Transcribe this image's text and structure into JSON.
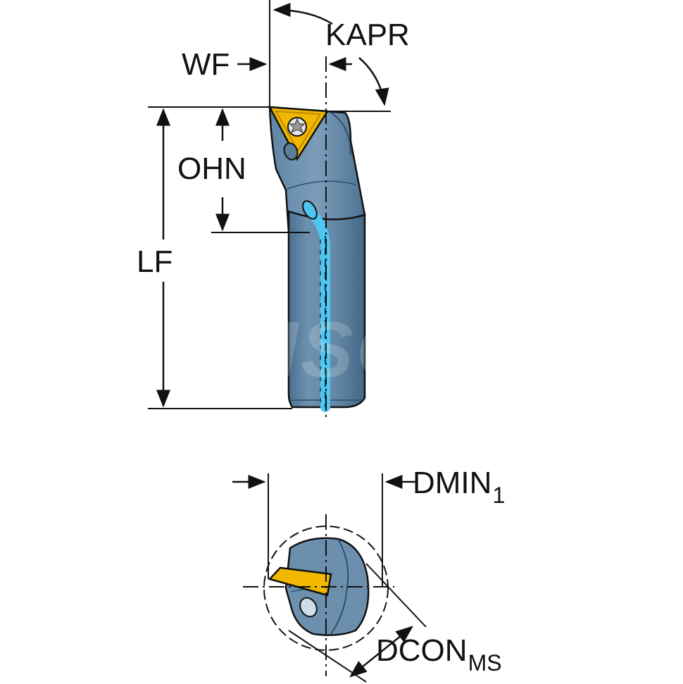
{
  "labels": {
    "kapr": "KAPR",
    "wf": "WF",
    "ohn": "OHN",
    "lf": "LF",
    "dmin_main": "DMIN",
    "dmin_sub": "1",
    "dcon_main": "DCON",
    "dcon_sub": "MS"
  },
  "watermark": "MSC",
  "colors": {
    "body": "#5f86a6",
    "body_light": "#7e9ebb",
    "body_dark": "#3f6483",
    "insert": "#f2b800",
    "coolant": "#4fc6f0",
    "line": "#111111"
  }
}
